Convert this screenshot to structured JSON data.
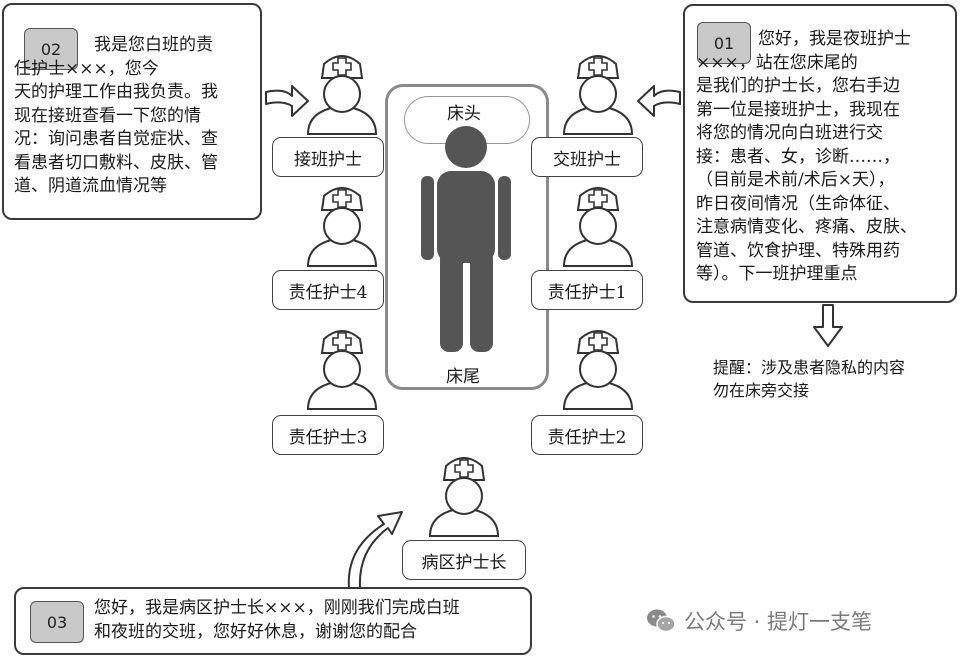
{
  "bed": {
    "head": "床头",
    "foot": "床尾"
  },
  "nurses": {
    "receiving": "接班护士",
    "handing": "交班护士",
    "resp1": "责任护士1",
    "resp2": "责任护士2",
    "resp3": "责任护士3",
    "resp4": "责任护士4",
    "head_nurse": "病区护士长"
  },
  "speech": {
    "s01": {
      "num": "01",
      "text": "您好，我是夜班护士\n×××，站在您床尾的\n是我们的护士长，您右手边\n第一位是接班护士，我现在\n将您的情况向白班进行交\n接：患者、女，诊断……，\n（目前是术前/术后×天），\n昨日夜间情况（生命体征、\n注意病情变化、疼痛、皮肤、\n管道、饮食护理、特殊用药\n等）。下一班护理重点"
    },
    "s02": {
      "num": "02",
      "text": "我是您白班的责\n任护士×××，您今\n天的护理工作由我负责。我\n现在接班查看一下您的情\n况：询问患者自觉症状、查\n看患者切口敷料、皮肤、管\n道、阴道流血情况等"
    },
    "s03": {
      "num": "03",
      "text": "您好，我是病区护士长×××，刚刚我们完成白班\n和夜班的交班，您好好休息，谢谢您的配合"
    }
  },
  "reminder": "提醒：涉及患者隐私的内容\n勿在床旁交接",
  "watermark": "公众号 · 提灯一支笔"
}
